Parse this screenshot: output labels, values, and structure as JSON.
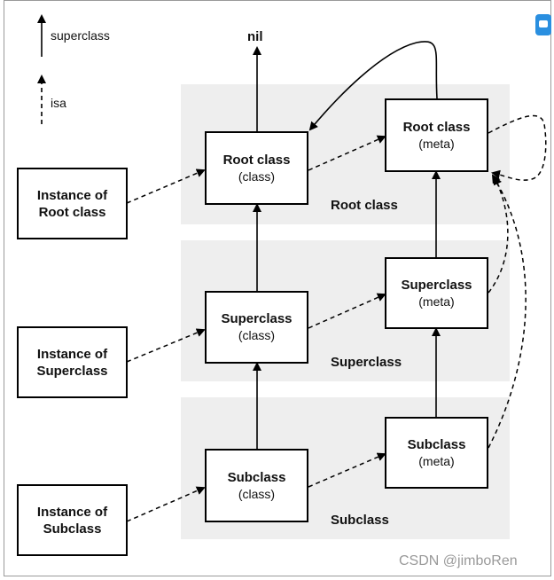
{
  "legend": {
    "superclass_label": "superclass",
    "isa_label": "isa"
  },
  "nil_label": "nil",
  "bands": {
    "root": "Root class",
    "superclass": "Superclass",
    "subclass": "Subclass"
  },
  "instances": {
    "root": [
      "Instance of",
      "Root class"
    ],
    "superclass": [
      "Instance of",
      "Superclass"
    ],
    "subclass": [
      "Instance of",
      "Subclass"
    ]
  },
  "classes": {
    "root": {
      "name": "Root class",
      "kind": "(class)"
    },
    "superclass": {
      "name": "Superclass",
      "kind": "(class)"
    },
    "subclass": {
      "name": "Subclass",
      "kind": "(class)"
    }
  },
  "metas": {
    "root": {
      "name": "Root class",
      "kind": "(meta)"
    },
    "superclass": {
      "name": "Superclass",
      "kind": "(meta)"
    },
    "subclass": {
      "name": "Subclass",
      "kind": "(meta)"
    }
  },
  "watermark": "CSDN @jimboRen",
  "icons": {
    "app": "app-badge-icon"
  },
  "colors": {
    "band": "#eeeeee",
    "stroke": "#000000"
  }
}
